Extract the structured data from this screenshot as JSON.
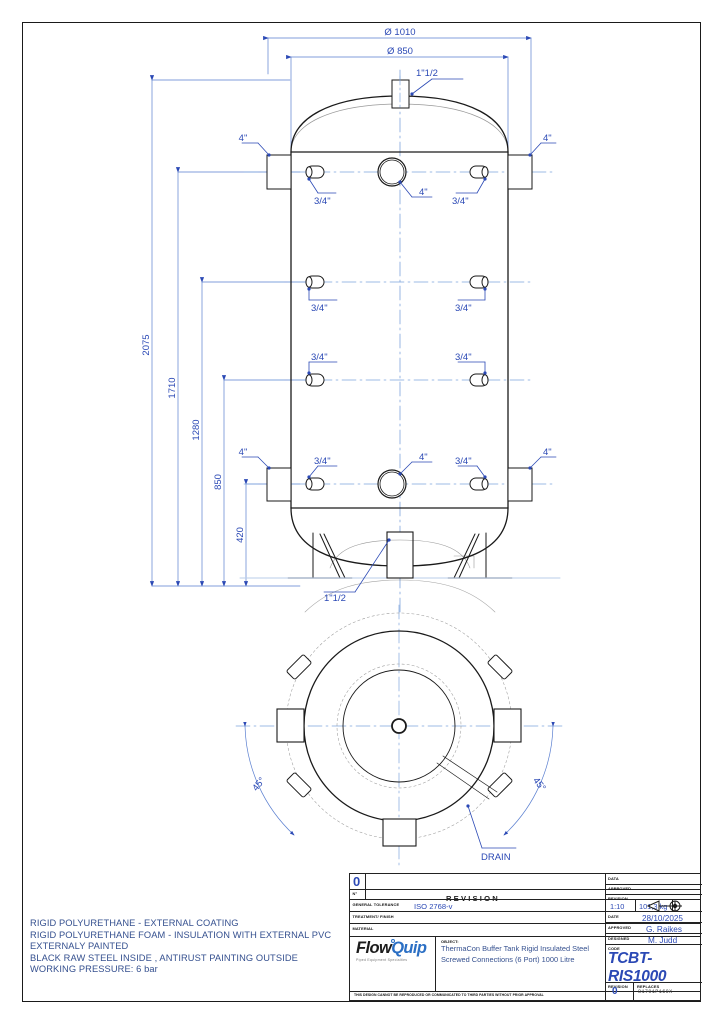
{
  "drawing": {
    "top_dims": [
      {
        "label": "Ø  1010"
      },
      {
        "label": "Ø  850"
      }
    ],
    "vertical_dims": [
      "2075",
      "1710",
      "1280",
      "850",
      "420"
    ],
    "top_nozzle": "1\"1/2",
    "bottom_nozzle": "1\"1/2",
    "port_labels": {
      "four_inch": "4\"",
      "three_quarter": "3/4\""
    },
    "elevation_ports": [
      {
        "row": "top",
        "left_flange": "4\"",
        "left_small": "3/4\"",
        "center": "4\"",
        "right_small": "3/4\"",
        "right_flange": "4\""
      },
      {
        "row": "upper-mid",
        "left_small": "3/4\"",
        "right_small": "3/4\""
      },
      {
        "row": "lower-mid",
        "left_small": "3/4\"",
        "right_small": "3/4\""
      },
      {
        "row": "bottom",
        "left_flange": "4\"",
        "left_small": "3/4\"",
        "center": "4\"",
        "right_small": "3/4\"",
        "right_flange": "4\""
      }
    ],
    "plan": {
      "angle_left": "45°",
      "angle_right": "45°",
      "drain_label": "DRAIN"
    }
  },
  "notes": [
    "RIGID POLYURETHANE - EXTERNAL COATING",
    "RIGID POLYURETHANE FOAM - INSULATION WITH EXTERNAL PVC",
    "EXTERNALY PAINTED",
    "BLACK RAW STEEL INSIDE , ANTIRUST PAINTING OUTSIDE",
    "WORKING PRESSURE: 6 bar"
  ],
  "title_block": {
    "revision_number": "0",
    "revision_col_label": "N°",
    "revision_heading": "REVISION",
    "general_tolerance_label": "GENERAL TOLERANCE",
    "general_tolerance_value": "ISO 2768-v",
    "treatment_label": "TREATMENT/ FINISH",
    "treatment_value": "",
    "material_label": "MATERIAL",
    "material_value": "",
    "data_label": "DATA",
    "approved_label_top": "APPROVED",
    "revision_label_top": "REVISION",
    "scale": "1:10",
    "weight": "101,3 kg",
    "date_label": "DATE",
    "date_value": "28/10/2025",
    "approved_label": "APPROVED",
    "approved_value": "G. Raikes",
    "designed_label": "DESIGNED",
    "designed_value": "M. Judd",
    "code_label": "CODE",
    "code_value": "TCBT-RIS1000",
    "object_label": "OBJECT:",
    "object_line1": "ThermaCon Buffer Tank Rigid Insulated Steel",
    "object_line2": "Screwed Connections (6 Port) 1000 Litre",
    "revision_label_bottom": "REVISION",
    "revision_value_bottom": "0",
    "replaces_label": "REPLACES",
    "replaces_value": "81701P169X",
    "disclaimer": "THIS DESIGN CANNOT BE REPRODUCED OR COMMUNICATED TO THIRD PARTIES WITHOUT PRIOR APPROVAL",
    "logo_text_1": "Flow",
    "logo_text_2": "Quip",
    "logo_tagline": "Piped Equipment Specialties"
  },
  "colors": {
    "dim_blue": "#2b49b5",
    "note_blue": "#35508f",
    "line_black": "#1a1a1a"
  }
}
